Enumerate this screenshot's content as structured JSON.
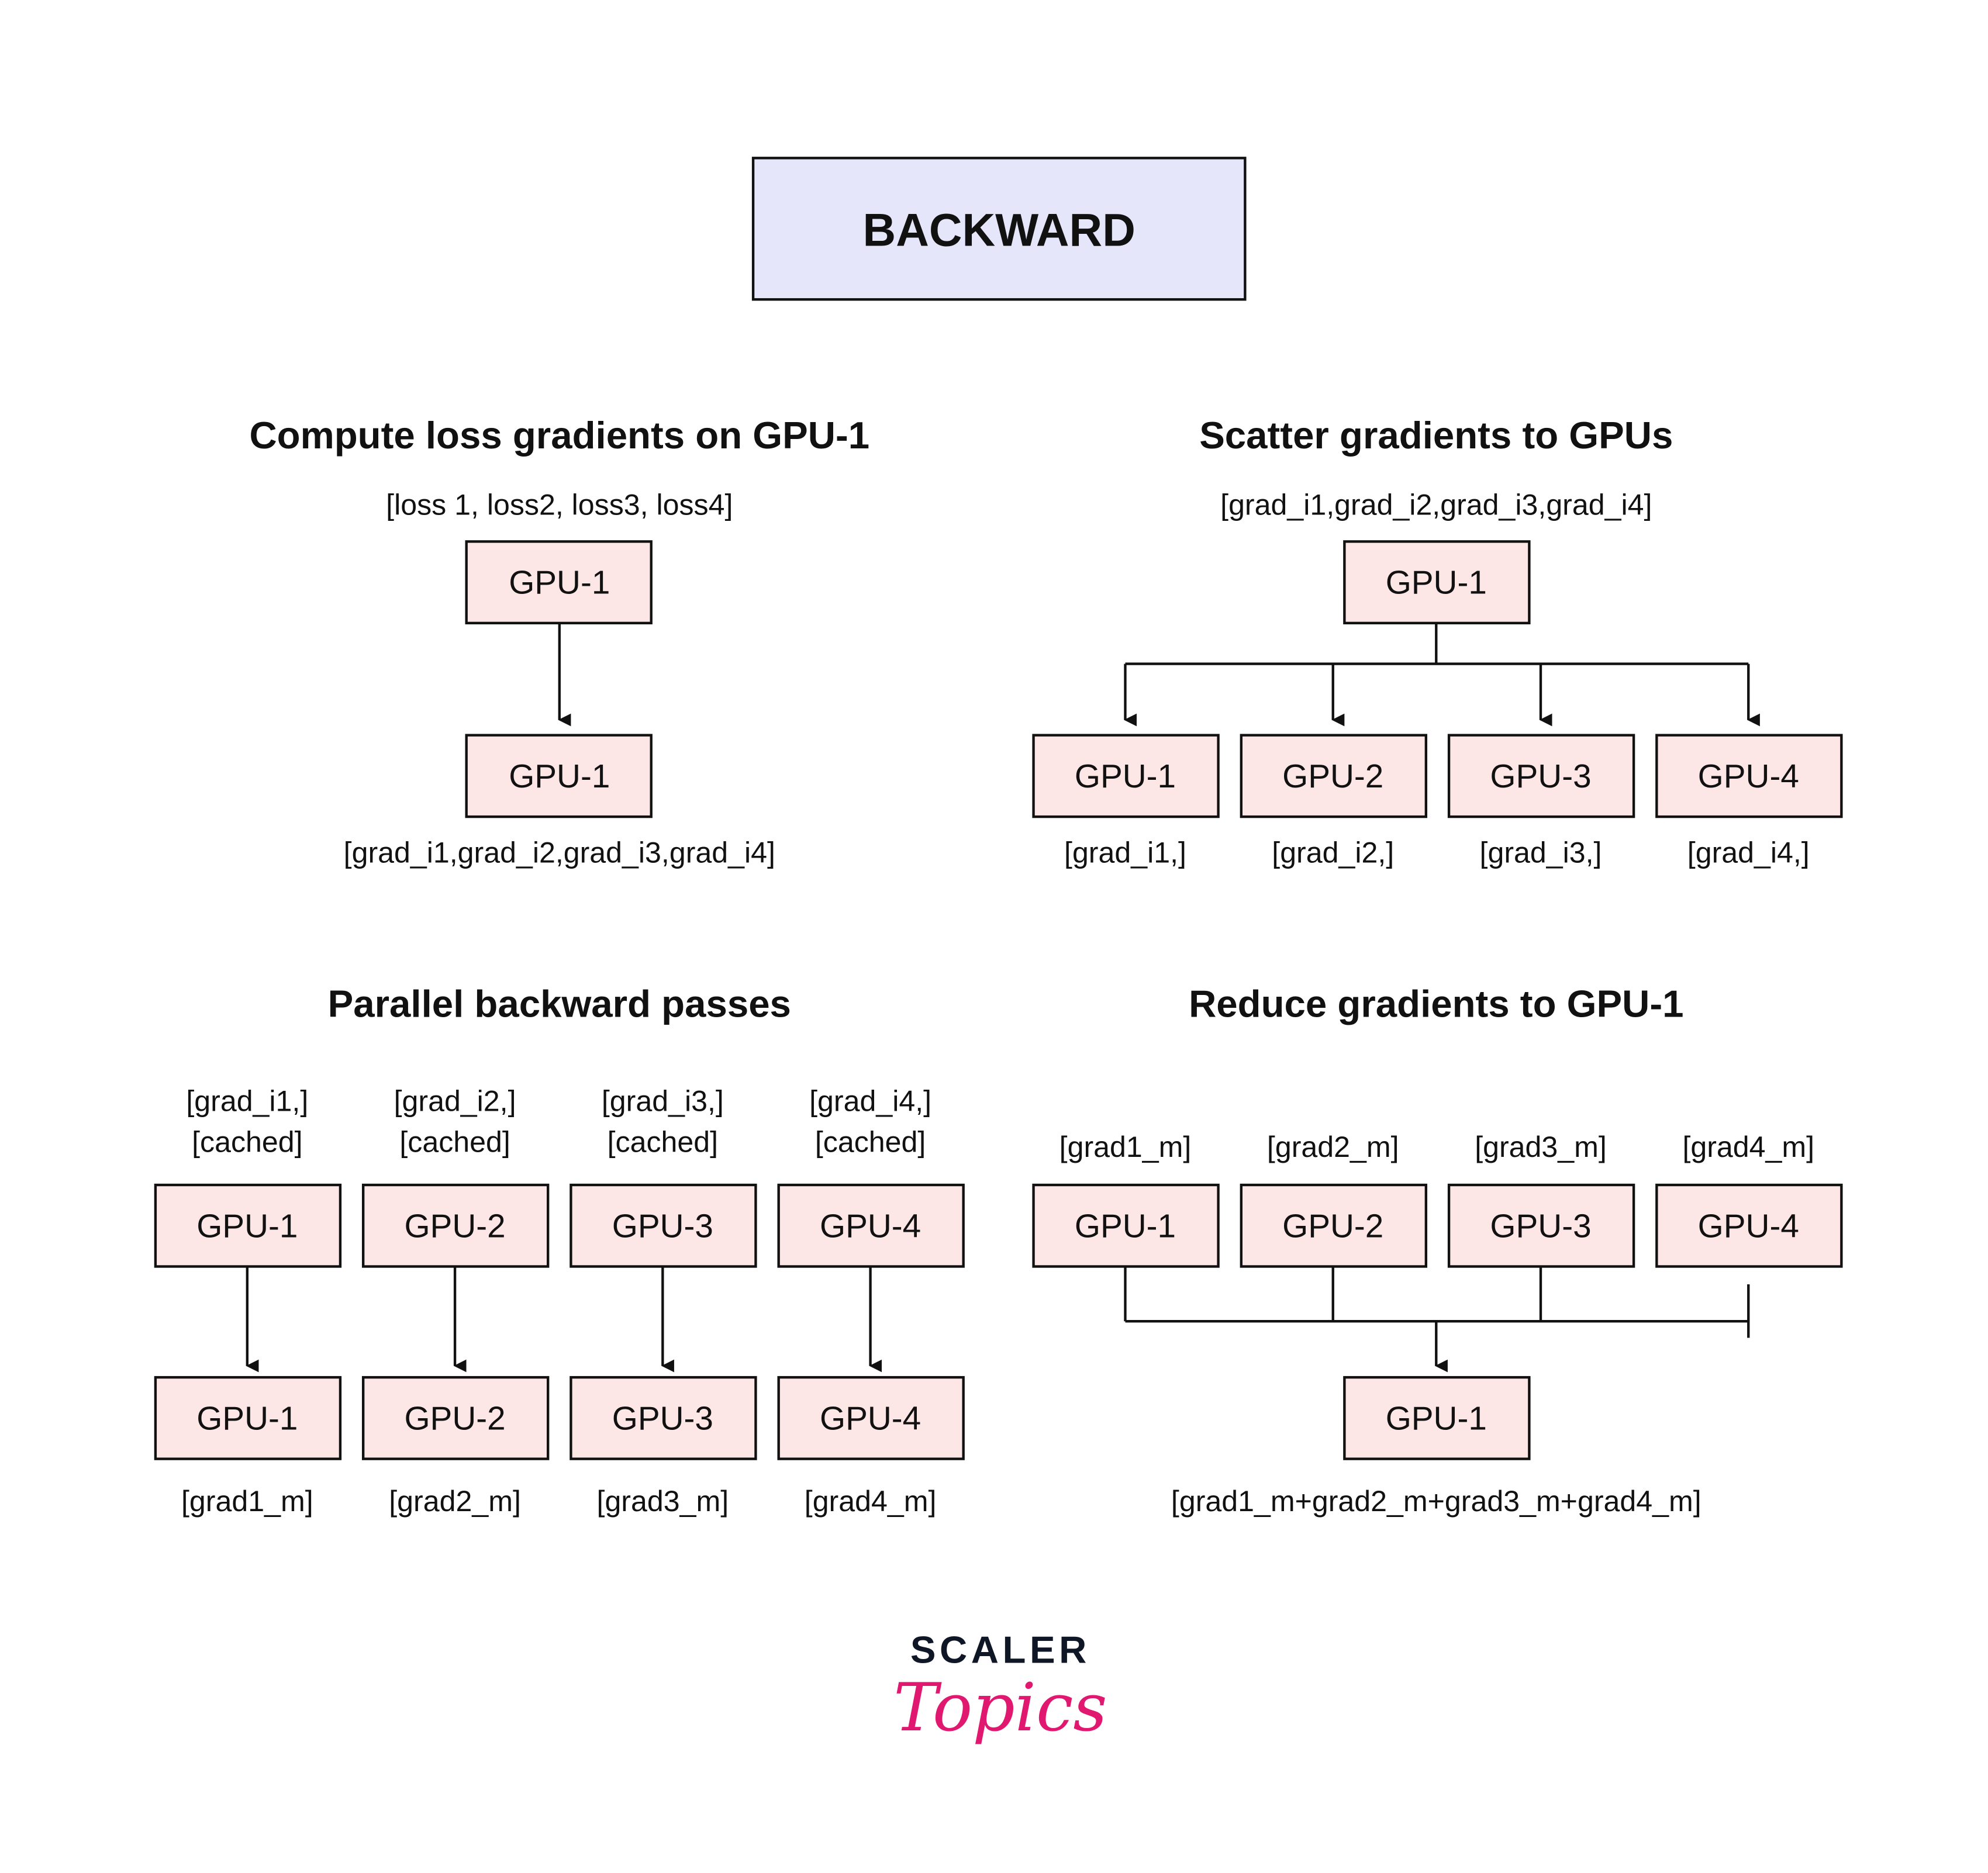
{
  "title": "BACKWARD",
  "colors": {
    "node_fill": "#fde6e6",
    "title_fill": "#e6e6fb",
    "logo_dark": "#0f1626",
    "logo_pink": "#e0186f"
  },
  "compute": {
    "heading": "Compute loss gradients on GPU-1",
    "input_label": "[loss 1, loss2, loss3, loss4]",
    "source": "GPU-1",
    "target": "GPU-1",
    "output_label": "[grad_i1,grad_i2,grad_i3,grad_i4]"
  },
  "scatter": {
    "heading": "Scatter gradients to GPUs",
    "input_label": "[grad_i1,grad_i2,grad_i3,grad_i4]",
    "source": "GPU-1",
    "targets": [
      {
        "gpu": "GPU-1",
        "label": "[grad_i1,]"
      },
      {
        "gpu": "GPU-2",
        "label": "[grad_i2,]"
      },
      {
        "gpu": "GPU-3",
        "label": "[grad_i3,]"
      },
      {
        "gpu": "GPU-4",
        "label": "[grad_i4,]"
      }
    ]
  },
  "parallel": {
    "heading": "Parallel backward passes",
    "lanes": [
      {
        "in1": "[grad_i1,]",
        "in2": "[cached]",
        "gpu": "GPU-1",
        "out": "[grad1_m]"
      },
      {
        "in1": "[grad_i2,]",
        "in2": "[cached]",
        "gpu": "GPU-2",
        "out": "[grad2_m]"
      },
      {
        "in1": "[grad_i3,]",
        "in2": "[cached]",
        "gpu": "GPU-3",
        "out": "[grad3_m]"
      },
      {
        "in1": "[grad_i4,]",
        "in2": "[cached]",
        "gpu": "GPU-4",
        "out": "[grad4_m]"
      }
    ]
  },
  "reduce": {
    "heading": "Reduce gradients to GPU-1",
    "sources": [
      {
        "gpu": "GPU-1",
        "label": "[grad1_m]"
      },
      {
        "gpu": "GPU-2",
        "label": "[grad2_m]"
      },
      {
        "gpu": "GPU-3",
        "label": "[grad3_m]"
      },
      {
        "gpu": "GPU-4",
        "label": "[grad4_m]"
      }
    ],
    "target": "GPU-1",
    "output_label": "[grad1_m+grad2_m+grad3_m+grad4_m]"
  },
  "logo": {
    "line1": "SCALER",
    "line2": "Topics"
  }
}
